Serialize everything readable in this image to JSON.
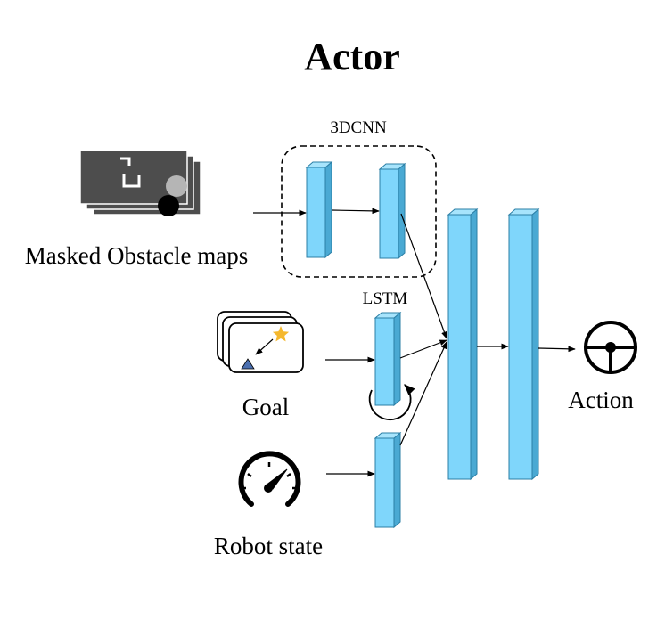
{
  "title": "Actor",
  "labels": {
    "cnn": "3DCNN",
    "lstm": "LSTM",
    "obstacle_maps": "Masked Obstacle maps",
    "goal": "Goal",
    "robot_state": "Robot state",
    "action": "Action"
  },
  "icons": {
    "obstacle_maps": "obstacle-map-stack-icon",
    "goal": "goal-map-stack-icon",
    "robot_state": "speedometer-icon",
    "action": "steering-wheel-icon",
    "recurrence": "loop-arrow-icon"
  },
  "colors": {
    "layer_face": "#7fd6fb",
    "layer_side": "#4aa9d3",
    "layer_top": "#a7e4fc",
    "layer_stroke": "#2b7fa6",
    "map_dark": "#4d4d4d",
    "star": "#f5b82e",
    "robot_marker": "#4a6fb0"
  }
}
